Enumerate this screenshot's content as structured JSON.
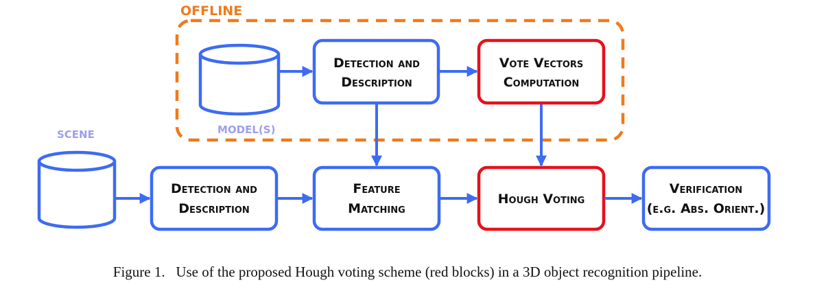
{
  "offline_group": {
    "label": "OFFLINE"
  },
  "model": {
    "label": "MODEL(S)"
  },
  "scene": {
    "label": "SCENE"
  },
  "boxes": {
    "offline_detection": {
      "line1": "Detection and",
      "line2": "Description"
    },
    "vote_vectors": {
      "line1": "Vote Vectors",
      "line2": "Computation"
    },
    "scene_detection": {
      "line1": "Detection and",
      "line2": "Description"
    },
    "feature_matching": {
      "line1": "Feature",
      "line2": "Matching"
    },
    "hough_voting": {
      "line1": "Hough Voting"
    },
    "verification": {
      "line1": "Verification",
      "line2": "(e.g. Abs. Orient.)"
    }
  },
  "caption": "Figure 1.   Use of the proposed Hough voting scheme (red blocks) in a 3D object recognition pipeline.",
  "colors": {
    "blue": "#3D6BF2",
    "red": "#E8101B",
    "orange": "#F07A1C",
    "lavender": "#9E9EF0"
  }
}
